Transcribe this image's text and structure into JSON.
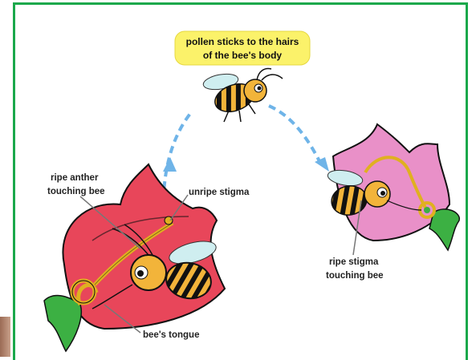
{
  "diagram": {
    "bubble_line1": "pollen sticks to the hairs",
    "bubble_line2": "of the bee's body",
    "anther_line1": "ripe anther",
    "anther_line2": "touching bee",
    "unripe_stigma": "unripe stigma",
    "bee_tongue": "bee's tongue",
    "stigma_line1": "ripe stigma",
    "stigma_line2": "touching bee"
  },
  "colors": {
    "frame": "#1aa84b",
    "bubble": "#fbf26a",
    "left_flower": "#e8465a",
    "right_flower": "#e990c8",
    "leaf": "#3cb043",
    "arrow": "#6fb4e8",
    "bee_stripe": "#f2b43a"
  },
  "icons": [
    "flower-icon",
    "bee-icon",
    "arrow-icon",
    "leaf-icon"
  ]
}
